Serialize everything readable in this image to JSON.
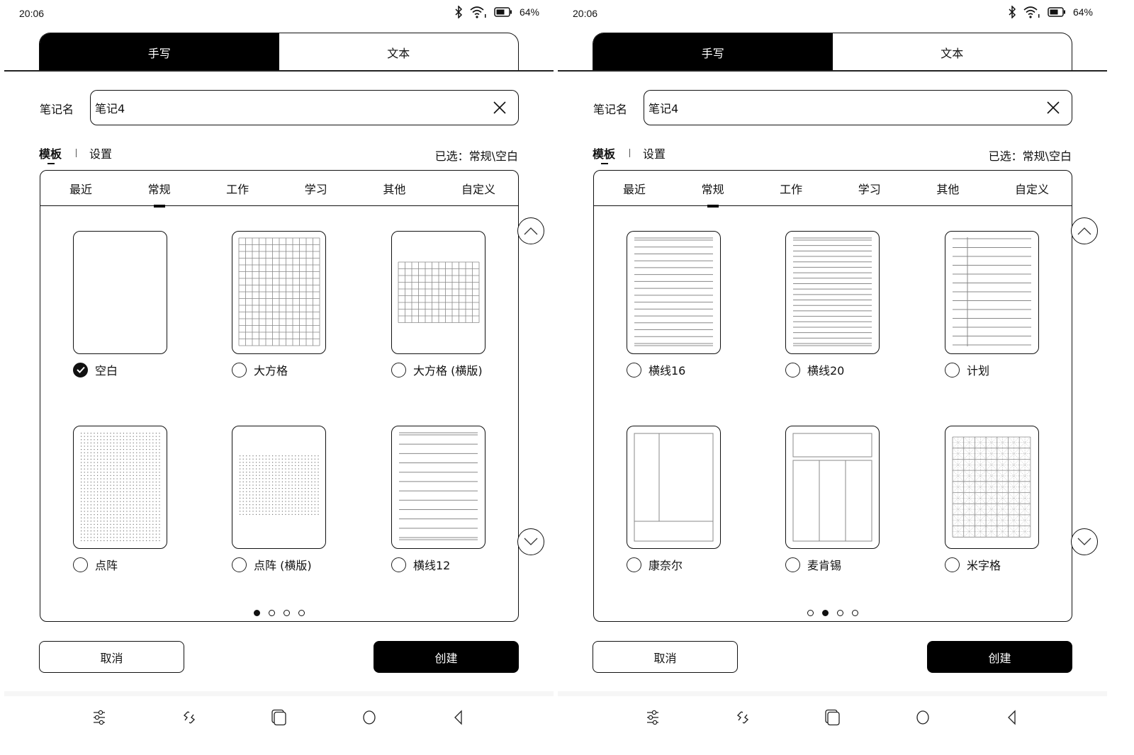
{
  "screens": [
    {
      "status": {
        "time": "20:06",
        "battery": "64%"
      },
      "mode_tabs": [
        {
          "label": "手写",
          "active": true
        },
        {
          "label": "文本",
          "active": false
        }
      ],
      "name_field": {
        "label": "笔记名",
        "value": "笔记4"
      },
      "section_tabs": [
        {
          "label": "模板",
          "active": true
        },
        {
          "label": "设置",
          "active": false
        }
      ],
      "selected_info": "已选：常规\\空白",
      "categories": [
        {
          "label": "最近"
        },
        {
          "label": "常规",
          "active": true
        },
        {
          "label": "工作"
        },
        {
          "label": "学习"
        },
        {
          "label": "其他"
        },
        {
          "label": "自定义"
        }
      ],
      "templates": [
        {
          "label": "空白",
          "checked": true,
          "pattern": "blank"
        },
        {
          "label": "大方格",
          "checked": false,
          "pattern": "grid"
        },
        {
          "label": "大方格 (横版)",
          "checked": false,
          "pattern": "grid-landscape"
        },
        {
          "label": "点阵",
          "checked": false,
          "pattern": "dots"
        },
        {
          "label": "点阵 (横版)",
          "checked": false,
          "pattern": "dots-landscape"
        },
        {
          "label": "横线12",
          "checked": false,
          "pattern": "lines-12"
        }
      ],
      "pager": {
        "total": 4,
        "current": 1
      },
      "buttons": {
        "cancel": "取消",
        "create": "创建"
      }
    },
    {
      "status": {
        "time": "20:06",
        "battery": "64%"
      },
      "mode_tabs": [
        {
          "label": "手写",
          "active": true
        },
        {
          "label": "文本",
          "active": false
        }
      ],
      "name_field": {
        "label": "笔记名",
        "value": "笔记4"
      },
      "section_tabs": [
        {
          "label": "模板",
          "active": true
        },
        {
          "label": "设置",
          "active": false
        }
      ],
      "selected_info": "已选：常规\\空白",
      "categories": [
        {
          "label": "最近"
        },
        {
          "label": "常规",
          "active": true
        },
        {
          "label": "工作"
        },
        {
          "label": "学习"
        },
        {
          "label": "其他"
        },
        {
          "label": "自定义"
        }
      ],
      "templates": [
        {
          "label": "横线16",
          "checked": false,
          "pattern": "lines-16"
        },
        {
          "label": "横线20",
          "checked": false,
          "pattern": "lines-20"
        },
        {
          "label": "计划",
          "checked": false,
          "pattern": "plan"
        },
        {
          "label": "康奈尔",
          "checked": false,
          "pattern": "cornell"
        },
        {
          "label": "麦肯锡",
          "checked": false,
          "pattern": "mckinsey"
        },
        {
          "label": "米字格",
          "checked": false,
          "pattern": "mi-grid"
        }
      ],
      "pager": {
        "total": 4,
        "current": 2
      },
      "buttons": {
        "cancel": "取消",
        "create": "创建"
      }
    }
  ],
  "icons": {
    "status": [
      "bluetooth-icon",
      "wifi-icon",
      "battery-icon"
    ],
    "clear": "close-icon",
    "scroll_up": "chevron-up-icon",
    "scroll_down": "chevron-down-icon",
    "nav": [
      "sliders-icon",
      "refresh-icon",
      "recent-apps-icon",
      "home-icon",
      "back-icon"
    ]
  },
  "colors": {
    "accent": "#000000",
    "background": "#ffffff",
    "pattern_line": "#888888"
  }
}
